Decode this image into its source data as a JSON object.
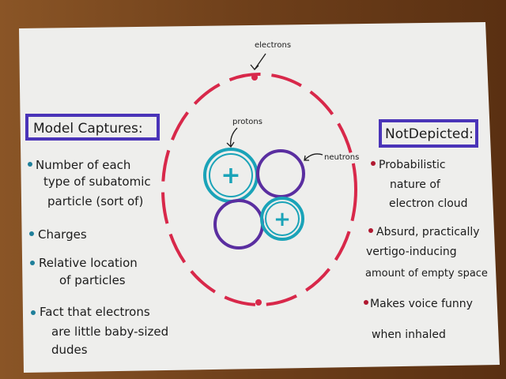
{
  "poster": {
    "left_heading": "Model Captures:",
    "left_items": [
      {
        "lines": [
          "Number of each",
          "type of subatomic",
          "particle (sort of)"
        ]
      },
      {
        "lines": [
          "Charges"
        ]
      },
      {
        "lines": [
          "Relative location",
          "of particles"
        ]
      },
      {
        "lines": [
          "Fact that electrons",
          "are little baby-sized",
          "dudes"
        ]
      }
    ],
    "right_heading": "NotDepicted:",
    "right_items": [
      {
        "lines": [
          "Probabilistic",
          "nature of",
          "electron cloud"
        ]
      },
      {
        "lines": [
          "Absurd, practically",
          "vertigo-inducing",
          "amount of empty space"
        ]
      },
      {
        "lines": [
          "Makes voice funny",
          "when inhaled"
        ]
      }
    ]
  },
  "diagram": {
    "electrons_label": "electrons",
    "protons_label": "protons",
    "neutrons_label": "neutrons",
    "proton_symbol": "+"
  },
  "colors": {
    "electron": "#d8284a",
    "proton": "#1aa3b8",
    "neutron": "#5a2ea0",
    "heading_box": "#4a34b8",
    "left_bullet": "#1f7f9a",
    "right_bullet": "#b01830"
  }
}
